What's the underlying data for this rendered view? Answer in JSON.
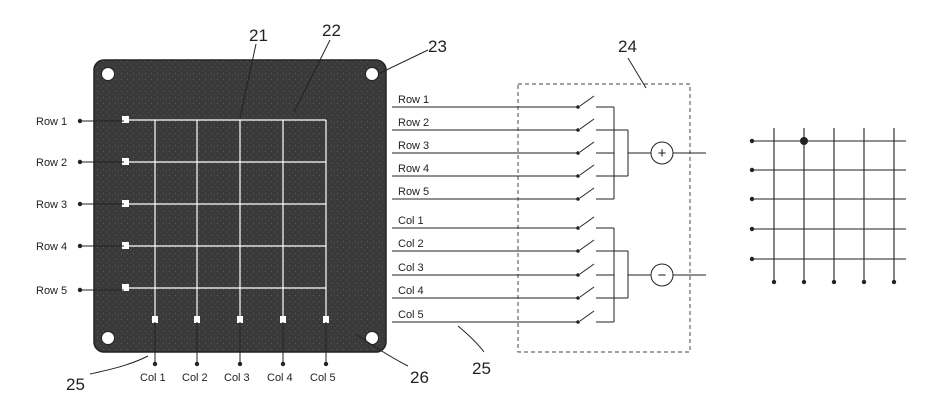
{
  "figure": {
    "row_labels": [
      "Row 1",
      "Row 2",
      "Row 3",
      "Row 4",
      "Row 5"
    ],
    "col_labels": [
      "Col 1",
      "Col 2",
      "Col 3",
      "Col 4",
      "Col 5"
    ],
    "switch_row_labels": [
      "Row 1",
      "Row 2",
      "Row 3",
      "Row 4",
      "Row 5"
    ],
    "switch_col_labels": [
      "Col 1",
      "Col 2",
      "Col 3",
      "Col 4",
      "Col 5"
    ],
    "ref_numerals": {
      "r21": "21",
      "r22": "22",
      "r23": "23",
      "r24": "24",
      "r25_left": "25",
      "r25_right": "25",
      "r26": "26"
    },
    "plus_symbol": "+",
    "minus_symbol": "−",
    "colors": {
      "panel": "#3a3a3a",
      "line": "#222222",
      "grid_on_panel": "#ffffff"
    }
  }
}
